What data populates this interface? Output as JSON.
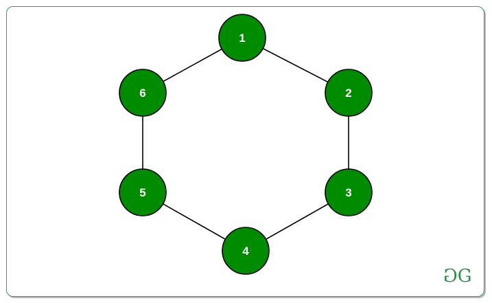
{
  "graph": {
    "nodes": [
      {
        "id": "1",
        "label": "1"
      },
      {
        "id": "2",
        "label": "2"
      },
      {
        "id": "3",
        "label": "3"
      },
      {
        "id": "4",
        "label": "4"
      },
      {
        "id": "5",
        "label": "5"
      },
      {
        "id": "6",
        "label": "6"
      }
    ],
    "edges": [
      [
        "1",
        "2"
      ],
      [
        "2",
        "3"
      ],
      [
        "3",
        "4"
      ],
      [
        "4",
        "5"
      ],
      [
        "5",
        "6"
      ],
      [
        "6",
        "1"
      ]
    ],
    "node_color": "#008c00",
    "node_stroke": "#000000",
    "edge_color": "#000000",
    "label_color": "#ffffff"
  },
  "logo": {
    "text": "GG",
    "color": "#2f8d46"
  }
}
